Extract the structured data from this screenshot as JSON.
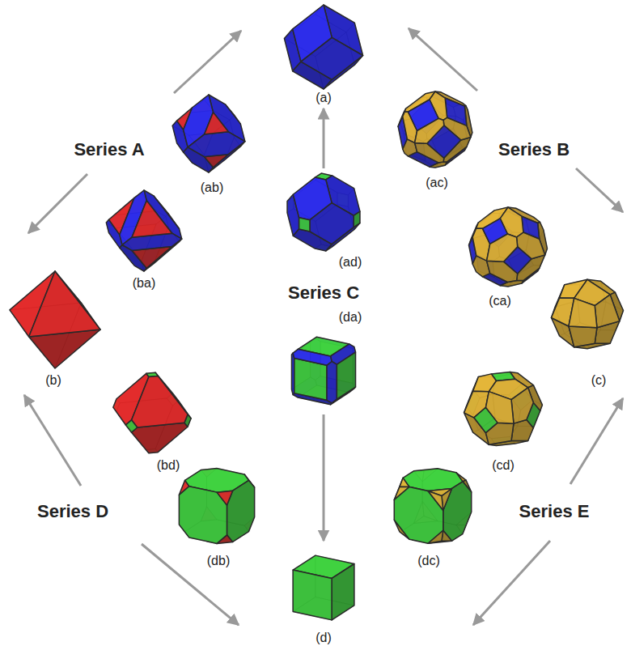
{
  "diagram": {
    "labels": [
      "(a)",
      "Series A",
      "(ab)",
      "(ac)",
      "Series B",
      "(ad)",
      "(ba)",
      "Series C",
      "(ca)",
      "(da)",
      "(b)",
      "(c)",
      "(bd)",
      "(cd)",
      "Series D",
      "Series E",
      "(db)",
      "(dc)",
      "(d)"
    ]
  }
}
